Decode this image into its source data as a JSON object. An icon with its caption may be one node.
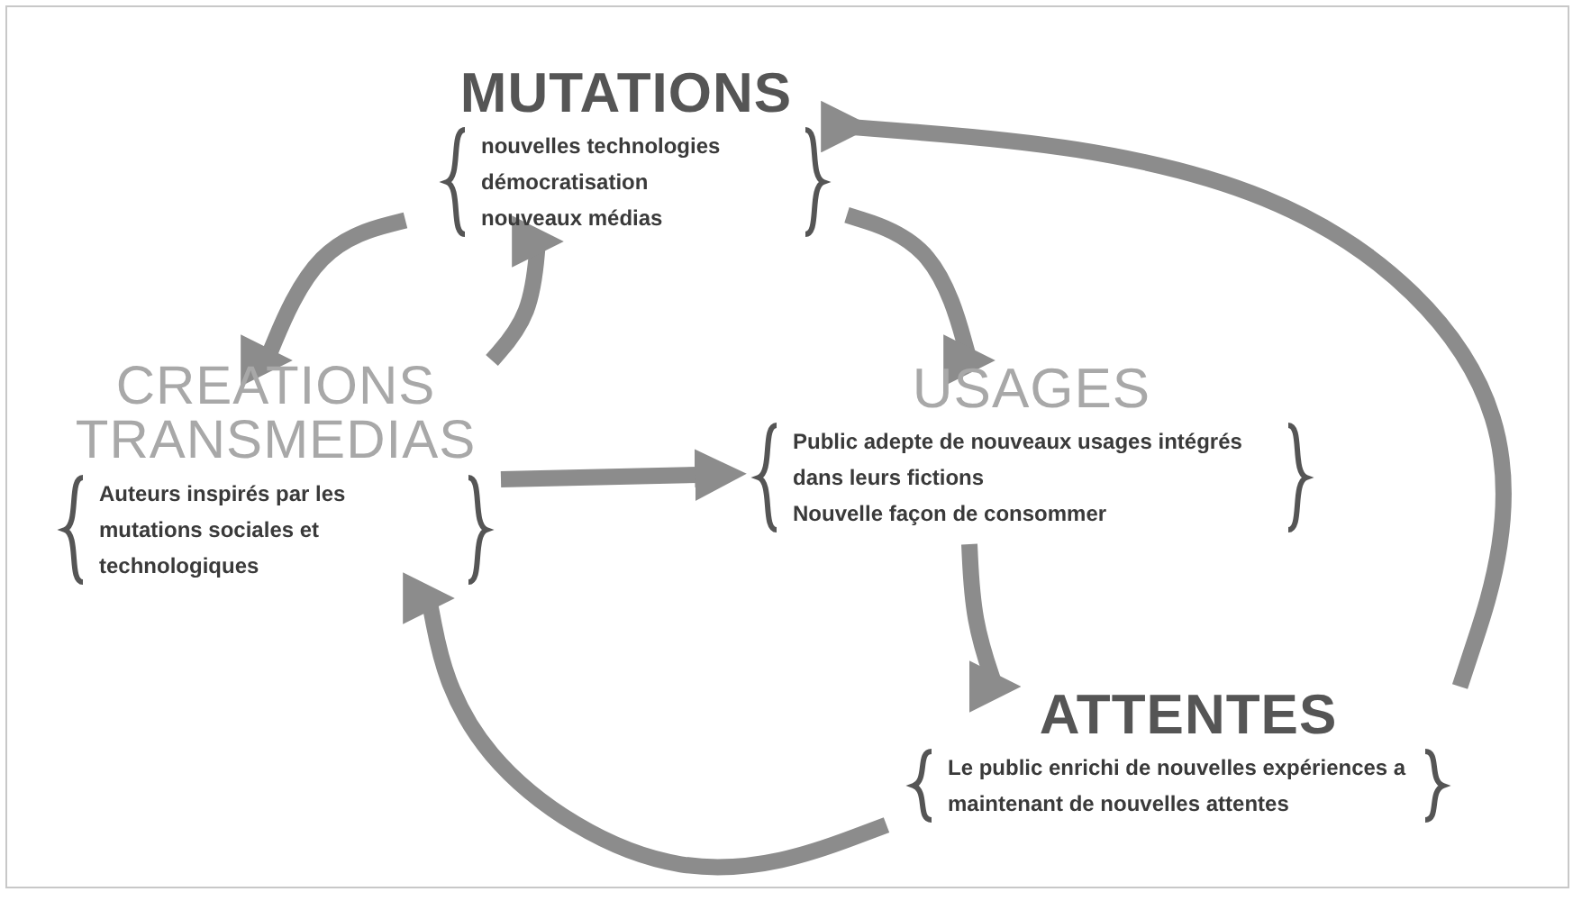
{
  "diagram": {
    "nodes": [
      {
        "text": [
          "MUTATIONS",
          "nouvelles technologies",
          "démocratisation",
          "nouveaux médias"
        ]
      },
      {
        "text": [
          "CREATIONS TRANSMEDIAS",
          "Auteurs inspirés par les mutations sociales et technologiques"
        ]
      },
      {
        "text": [
          "USAGES",
          "Public adepte de nouveaux usages intégrés dans leurs fictions",
          "Nouvelle façon de consommer"
        ]
      },
      {
        "text": [
          "ATTENTES",
          "Le public enrichi de nouvelles expériences a maintenant de nouvelles attentes"
        ]
      }
    ],
    "edges": [
      {
        "from": 0,
        "to": 1,
        "arrow": "to"
      },
      {
        "from": 1,
        "to": 0,
        "arrow": "to"
      },
      {
        "from": 0,
        "to": 2,
        "arrow": "to"
      },
      {
        "from": 1,
        "to": 2,
        "arrow": "to"
      },
      {
        "from": 2,
        "to": 3,
        "arrow": "to"
      },
      {
        "from": 3,
        "to": 1,
        "arrow": "to"
      },
      {
        "from": 3,
        "to": 0,
        "arrow": "to"
      }
    ]
  }
}
